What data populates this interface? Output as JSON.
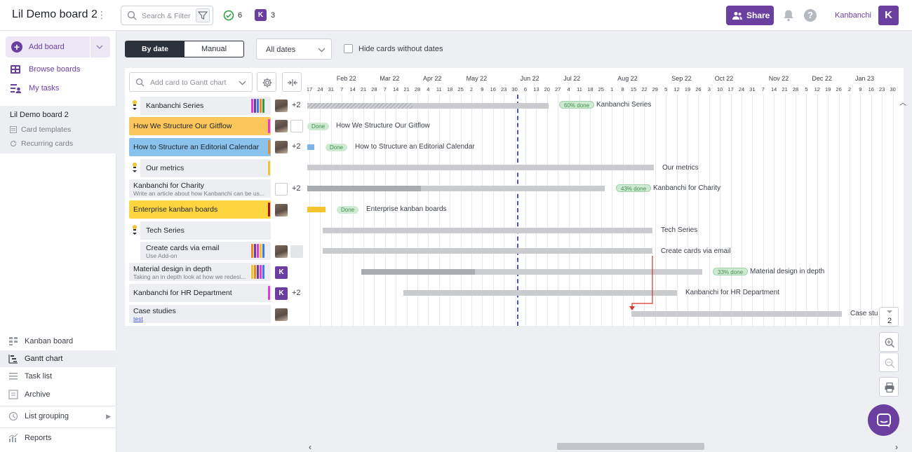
{
  "header": {
    "board_title": "Lil Demo board 2",
    "search_placeholder": "Search & Filter",
    "done_count": "6",
    "members_badge": "K",
    "members_count": "3",
    "share_label": "Share",
    "account_name": "Kanbanchi",
    "account_initial": "K"
  },
  "sidebar": {
    "add_board": "Add board",
    "browse_boards": "Browse boards",
    "my_tasks": "My tasks",
    "board_name": "Lil Demo board 2",
    "card_templates": "Card templates",
    "recurring_cards": "Recurring cards",
    "nav": [
      "Kanban board",
      "Gantt chart",
      "Task list",
      "Archive",
      "List grouping",
      "Reports"
    ]
  },
  "toolbar": {
    "by_date": "By date",
    "manual": "Manual",
    "dates_value": "All dates",
    "hide_label": "Hide cards without dates"
  },
  "gantt": {
    "add_card_placeholder": "Add card to Gantt chart",
    "months": [
      "Feb 22",
      "Mar 22",
      "Apr 22",
      "May 22",
      "Jun 22",
      "Jul 22",
      "Aug 22",
      "Sep 22",
      "Oct 22",
      "Nov 22",
      "Dec 22",
      "Jan 23"
    ],
    "days": [
      "17",
      "24",
      "31",
      "7",
      "14",
      "21",
      "28",
      "7",
      "14",
      "21",
      "28",
      "4",
      "11",
      "18",
      "25",
      "2",
      "9",
      "16",
      "23",
      "30",
      "6",
      "13",
      "20",
      "27",
      "4",
      "11",
      "18",
      "25",
      "1",
      "8",
      "15",
      "22",
      "29",
      "5",
      "12",
      "19",
      "26",
      "3",
      "10",
      "17",
      "24",
      "31",
      "7",
      "14",
      "21",
      "28",
      "5",
      "12",
      "19",
      "26",
      "2",
      "9",
      "16",
      "23",
      "30"
    ],
    "cards": [
      {
        "title": "Kanbanchi Series",
        "subtitle": "",
        "extra": "+2"
      },
      {
        "title": "How We Structure Our Gitflow",
        "subtitle": "",
        "extra": ""
      },
      {
        "title": "How to Structure an Editorial Calendar",
        "subtitle": "",
        "extra": "+2"
      },
      {
        "title": "Our metrics",
        "subtitle": "",
        "extra": ""
      },
      {
        "title": "Kanbanchi for Charity",
        "subtitle": "Write an article about how Kanbanchi can be us...",
        "extra": "+2"
      },
      {
        "title": "Enterprise kanban boards",
        "subtitle": "",
        "extra": ""
      },
      {
        "title": "Tech Series",
        "subtitle": "",
        "extra": ""
      },
      {
        "title": "Create cards via email",
        "subtitle": "Use Add-on",
        "extra": ""
      },
      {
        "title": "Material design in depth",
        "subtitle": "Taking an in depth look at how we redesi...",
        "extra": ""
      },
      {
        "title": "Kanbanchi for HR Department",
        "subtitle": "",
        "extra": "+2"
      },
      {
        "title": "Case studies",
        "subtitle": "test",
        "extra": ""
      }
    ],
    "avatar_initial": "K",
    "bars": [
      {
        "label": "Kanbanchi Series",
        "status": "60% done",
        "progress": 0.6
      },
      {
        "label": "How We Structure Our Gitflow",
        "status": "Done",
        "progress": 1.0
      },
      {
        "label": "How to Structure an Editorial Calendar",
        "status": "Done",
        "progress": 1.0
      },
      {
        "label": "Our metrics",
        "status": ""
      },
      {
        "label": "Kanbanchi for Charity",
        "status": "43% done",
        "progress": 0.43
      },
      {
        "label": "Enterprise kanban boards",
        "status": "Done",
        "progress": 1.0
      },
      {
        "label": "Tech Series",
        "status": ""
      },
      {
        "label": "Create cards via email",
        "status": ""
      },
      {
        "label": "Material design in depth",
        "status": "33% done",
        "progress": 0.33
      },
      {
        "label": "Kanbanchi for HR Department",
        "status": ""
      },
      {
        "label": "Case stu",
        "status": ""
      }
    ],
    "counter": "2"
  },
  "colors": {
    "accent": "#6b3fa0",
    "today_line": "#4b4ed0",
    "card_yellow": "#fcd53f",
    "card_orange": "#f8c65a",
    "card_blue": "#89c2ec",
    "dependency_red": "#d9342b"
  }
}
